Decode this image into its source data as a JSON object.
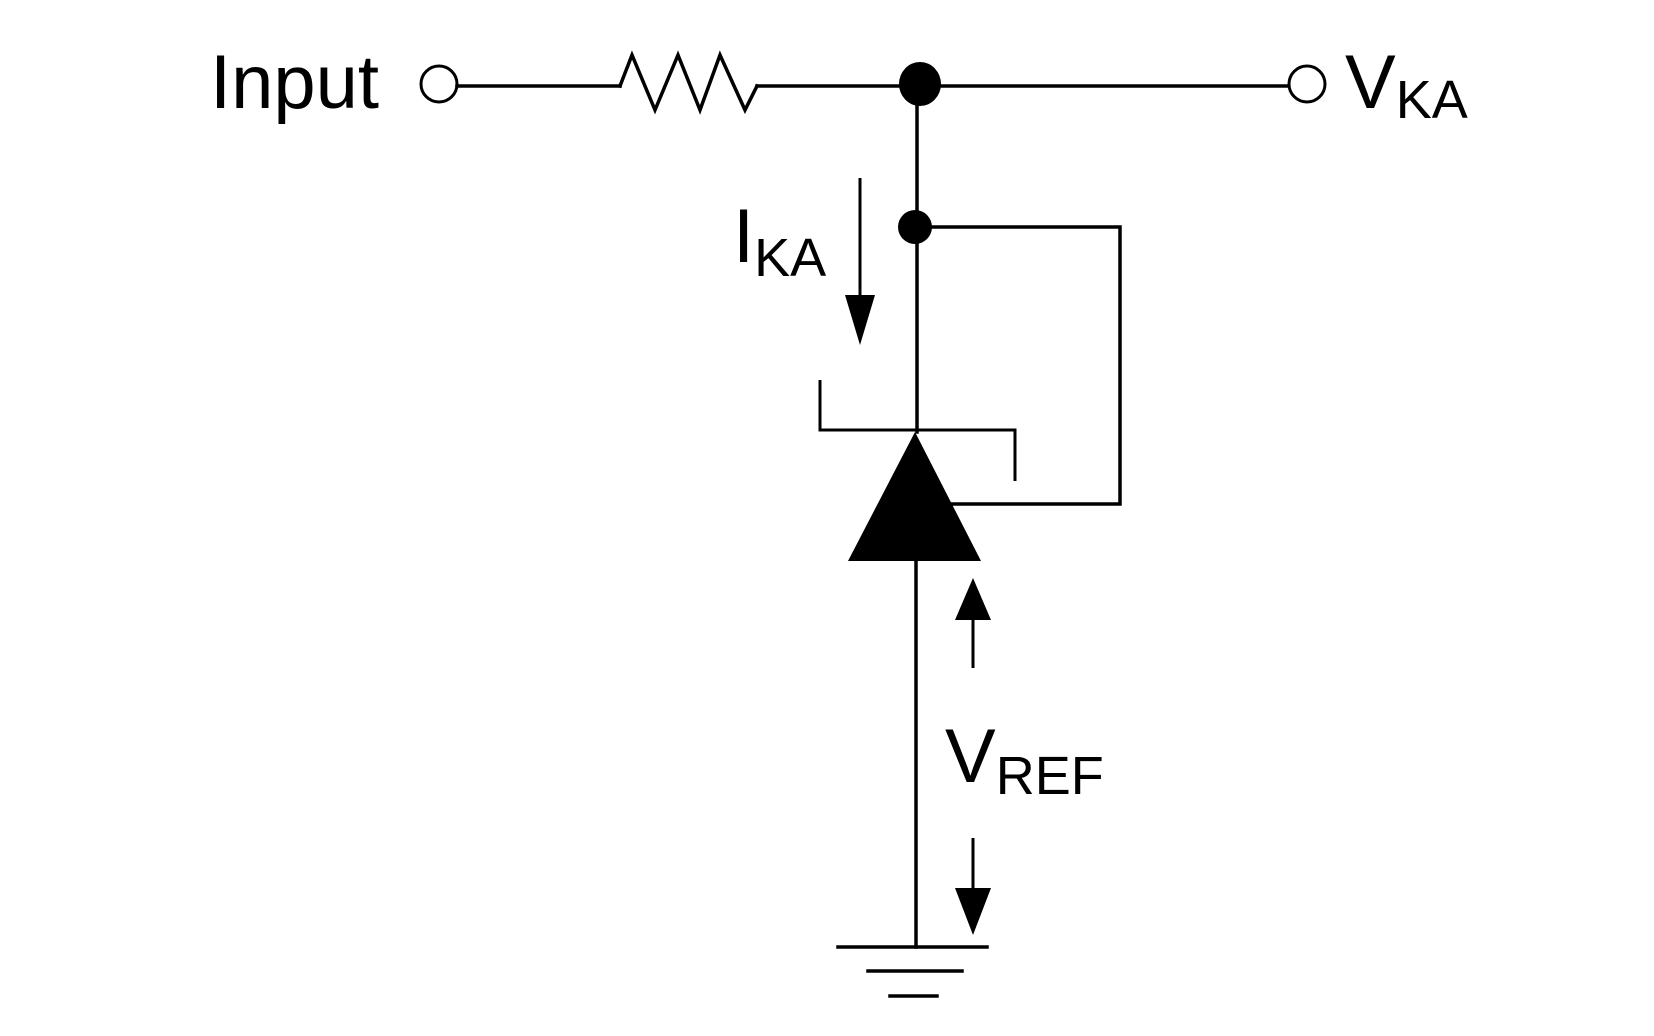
{
  "diagram": {
    "type": "shunt voltage reference test circuit",
    "labels": {
      "input": "Input",
      "vka_main": "V",
      "vka_sub": "KA",
      "ika_main": "I",
      "ika_sub": "KA",
      "vref_main": "V",
      "vref_sub": "REF"
    },
    "components": [
      {
        "id": "input-terminal",
        "kind": "open terminal"
      },
      {
        "id": "series-resistor",
        "kind": "resistor"
      },
      {
        "id": "output-terminal",
        "kind": "open terminal",
        "label": "VKA"
      },
      {
        "id": "shunt-regulator",
        "kind": "adjustable shunt regulator (TL431-type)"
      },
      {
        "id": "ground",
        "kind": "ground"
      }
    ],
    "annotations": [
      {
        "id": "ika-arrow",
        "kind": "current arrow",
        "direction": "down",
        "label": "IKA"
      },
      {
        "id": "vref-arrows",
        "kind": "voltage arrows",
        "label": "VREF"
      }
    ],
    "colors": {
      "ink": "#000000",
      "background": "#ffffff"
    }
  }
}
